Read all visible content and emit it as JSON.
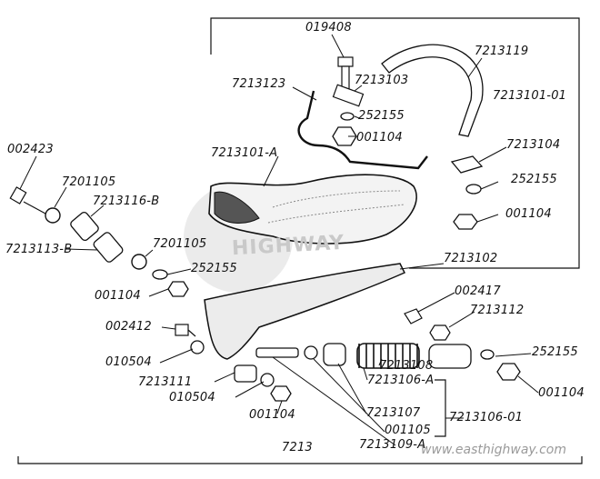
{
  "labels": {
    "p019408": "019408",
    "p7213119": "7213119",
    "p7213103": "7213103",
    "p7213123": "7213123",
    "p7213101_01": "7213101-01",
    "p252155_top": "252155",
    "p001104_top": "001104",
    "p7213104": "7213104",
    "p7213101_a": "7213101-A",
    "p252155_r": "252155",
    "p001104_r": "001104",
    "p002423": "002423",
    "p7201105_a": "7201105",
    "p7213116_b": "7213116-B",
    "p7213113_b": "7213113-B",
    "p7201105_b": "7201105",
    "p252155_l": "252155",
    "p7213102": "7213102",
    "p001104_l": "001104",
    "p002417": "002417",
    "p7213112": "7213112",
    "p002412": "002412",
    "p252155_br": "252155",
    "p010504_a": "010504",
    "p001104_br": "001104",
    "p7213111": "7213111",
    "p7213108": "7213108",
    "p7213106_a": "7213106-A",
    "p010504_b": "010504",
    "p7213107": "7213107",
    "p7213106_01": "7213106-01",
    "p001104_bot": "001104",
    "p001105": "001105",
    "p7213109_a": "7213109-A",
    "p7213": "7213"
  },
  "watermark": {
    "logo_text": "HIGHWAY",
    "site_url": "www.easthighway.com",
    "color": "#c9c9c9"
  }
}
